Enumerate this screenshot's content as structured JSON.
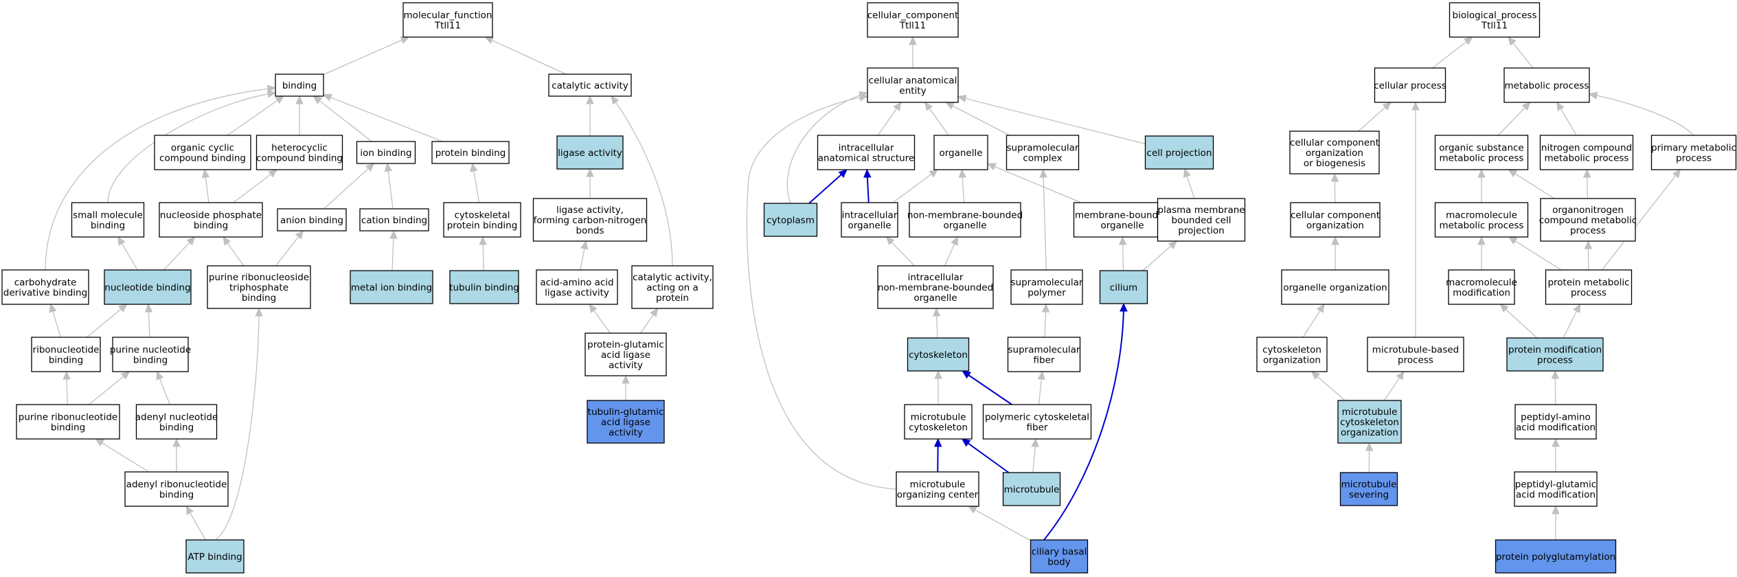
{
  "colors": {
    "plain": "#ffffff",
    "annotated": "#add8e6",
    "direct": "#6495ed",
    "edge": "#c0c0c0",
    "edge_highlight": "#0000cd"
  },
  "nodes": {
    "mf_root": {
      "lines": [
        "molecular_function",
        "Ttll11"
      ],
      "fill": "plain"
    },
    "binding": {
      "lines": [
        "binding"
      ],
      "fill": "plain"
    },
    "catalytic": {
      "lines": [
        "catalytic activity"
      ],
      "fill": "plain"
    },
    "org_cyclic": {
      "lines": [
        "organic cyclic",
        "compound binding"
      ],
      "fill": "plain"
    },
    "heterocyclic": {
      "lines": [
        "heterocyclic",
        "compound binding"
      ],
      "fill": "plain"
    },
    "ion_binding": {
      "lines": [
        "ion binding"
      ],
      "fill": "plain"
    },
    "protein_binding": {
      "lines": [
        "protein binding"
      ],
      "fill": "plain"
    },
    "ligase": {
      "lines": [
        "ligase activity"
      ],
      "fill": "annotated"
    },
    "small_mol": {
      "lines": [
        "small molecule",
        "binding"
      ],
      "fill": "plain"
    },
    "nucleoside_p": {
      "lines": [
        "nucleoside phosphate",
        "binding"
      ],
      "fill": "plain"
    },
    "anion": {
      "lines": [
        "anion binding"
      ],
      "fill": "plain"
    },
    "cation": {
      "lines": [
        "cation binding"
      ],
      "fill": "plain"
    },
    "cytoskeletal_pb": {
      "lines": [
        "cytoskeletal",
        "protein binding"
      ],
      "fill": "plain"
    },
    "ligase_cn": {
      "lines": [
        "ligase activity,",
        "forming carbon-nitrogen",
        "bonds"
      ],
      "fill": "plain"
    },
    "carbohydrate": {
      "lines": [
        "carbohydrate",
        "derivative binding"
      ],
      "fill": "plain"
    },
    "nucleotide": {
      "lines": [
        "nucleotide binding"
      ],
      "fill": "annotated"
    },
    "purine_rnt": {
      "lines": [
        "purine ribonucleoside",
        "triphosphate",
        "binding"
      ],
      "fill": "plain"
    },
    "metal_ion": {
      "lines": [
        "metal ion binding"
      ],
      "fill": "annotated"
    },
    "tubulin_b": {
      "lines": [
        "tubulin binding"
      ],
      "fill": "annotated"
    },
    "aa_ligase": {
      "lines": [
        "acid-amino acid",
        "ligase activity"
      ],
      "fill": "plain"
    },
    "cat_protein": {
      "lines": [
        "catalytic activity,",
        "acting on a",
        "protein"
      ],
      "fill": "plain"
    },
    "ribonucleotide": {
      "lines": [
        "ribonucleotide",
        "binding"
      ],
      "fill": "plain"
    },
    "purine_nt": {
      "lines": [
        "purine nucleotide",
        "binding"
      ],
      "fill": "plain"
    },
    "pg_ligase": {
      "lines": [
        "protein-glutamic",
        "acid ligase",
        "activity"
      ],
      "fill": "plain"
    },
    "purine_ribont": {
      "lines": [
        "purine ribonucleotide",
        "binding"
      ],
      "fill": "plain"
    },
    "adenyl_nt": {
      "lines": [
        "adenyl nucleotide",
        "binding"
      ],
      "fill": "plain"
    },
    "tg_ligase": {
      "lines": [
        "tubulin-glutamic",
        "acid ligase",
        "activity"
      ],
      "fill": "direct"
    },
    "adenyl_ribont": {
      "lines": [
        "adenyl ribonucleotide",
        "binding"
      ],
      "fill": "plain"
    },
    "atp": {
      "lines": [
        "ATP binding"
      ],
      "fill": "annotated"
    },
    "cc_root": {
      "lines": [
        "cellular_component",
        "Ttll11"
      ],
      "fill": "plain"
    },
    "cae": {
      "lines": [
        "cellular anatomical",
        "entity"
      ],
      "fill": "plain"
    },
    "ias": {
      "lines": [
        "intracellular",
        "anatomical structure"
      ],
      "fill": "plain"
    },
    "organelle": {
      "lines": [
        "organelle"
      ],
      "fill": "plain"
    },
    "supra_complex": {
      "lines": [
        "supramolecular",
        "complex"
      ],
      "fill": "plain"
    },
    "cell_proj": {
      "lines": [
        "cell projection"
      ],
      "fill": "annotated"
    },
    "cytoplasm": {
      "lines": [
        "cytoplasm"
      ],
      "fill": "annotated"
    },
    "ic_organelle": {
      "lines": [
        "intracellular",
        "organelle"
      ],
      "fill": "plain"
    },
    "nmb_organelle": {
      "lines": [
        "non-membrane-bounded",
        "organelle"
      ],
      "fill": "plain"
    },
    "mb_organelle": {
      "lines": [
        "membrane-bounded",
        "organelle"
      ],
      "fill": "plain"
    },
    "pm_proj": {
      "lines": [
        "plasma membrane",
        "bounded cell",
        "projection"
      ],
      "fill": "plain"
    },
    "ic_nmb": {
      "lines": [
        "intracellular",
        "non-membrane-bounded",
        "organelle"
      ],
      "fill": "plain"
    },
    "supra_polymer": {
      "lines": [
        "supramolecular",
        "polymer"
      ],
      "fill": "plain"
    },
    "cilium": {
      "lines": [
        "cilium"
      ],
      "fill": "annotated"
    },
    "cytoskeleton": {
      "lines": [
        "cytoskeleton"
      ],
      "fill": "annotated"
    },
    "supra_fiber": {
      "lines": [
        "supramolecular",
        "fiber"
      ],
      "fill": "plain"
    },
    "mt_cytoskeleton": {
      "lines": [
        "microtubule",
        "cytoskeleton"
      ],
      "fill": "plain"
    },
    "poly_fiber": {
      "lines": [
        "polymeric cytoskeletal",
        "fiber"
      ],
      "fill": "plain"
    },
    "mtoc": {
      "lines": [
        "microtubule",
        "organizing center"
      ],
      "fill": "plain"
    },
    "microtubule": {
      "lines": [
        "microtubule"
      ],
      "fill": "annotated"
    },
    "ciliary_bb": {
      "lines": [
        "ciliary basal",
        "body"
      ],
      "fill": "direct"
    },
    "bp_root": {
      "lines": [
        "biological_process",
        "Ttll11"
      ],
      "fill": "plain"
    },
    "cellular_proc": {
      "lines": [
        "cellular process"
      ],
      "fill": "plain"
    },
    "metabolic_proc": {
      "lines": [
        "metabolic process"
      ],
      "fill": "plain"
    },
    "cc_org_bio": {
      "lines": [
        "cellular component",
        "organization",
        "or biogenesis"
      ],
      "fill": "plain"
    },
    "org_subst": {
      "lines": [
        "organic substance",
        "metabolic process"
      ],
      "fill": "plain"
    },
    "nitrogen_comp": {
      "lines": [
        "nitrogen compound",
        "metabolic process"
      ],
      "fill": "plain"
    },
    "primary_met": {
      "lines": [
        "primary metabolic",
        "process"
      ],
      "fill": "plain"
    },
    "cc_org": {
      "lines": [
        "cellular component",
        "organization"
      ],
      "fill": "plain"
    },
    "macro_met": {
      "lines": [
        "macromolecule",
        "metabolic process"
      ],
      "fill": "plain"
    },
    "organonitrogen": {
      "lines": [
        "organonitrogen",
        "compound metabolic",
        "process"
      ],
      "fill": "plain"
    },
    "organelle_org": {
      "lines": [
        "organelle organization"
      ],
      "fill": "plain"
    },
    "macro_mod": {
      "lines": [
        "macromolecule",
        "modification"
      ],
      "fill": "plain"
    },
    "protein_met": {
      "lines": [
        "protein metabolic",
        "process"
      ],
      "fill": "plain"
    },
    "cytoskeleton_org": {
      "lines": [
        "cytoskeleton",
        "organization"
      ],
      "fill": "plain"
    },
    "mt_based": {
      "lines": [
        "microtubule-based",
        "process"
      ],
      "fill": "plain"
    },
    "prot_mod": {
      "lines": [
        "protein modification",
        "process"
      ],
      "fill": "annotated"
    },
    "mt_cyto_org": {
      "lines": [
        "microtubule",
        "cytoskeleton",
        "organization"
      ],
      "fill": "annotated"
    },
    "peptidyl_aa": {
      "lines": [
        "peptidyl-amino",
        "acid modification"
      ],
      "fill": "plain"
    },
    "mt_severing": {
      "lines": [
        "microtubule",
        "severing"
      ],
      "fill": "direct"
    },
    "peptidyl_glu": {
      "lines": [
        "peptidyl-glutamic",
        "acid modification"
      ],
      "fill": "plain"
    },
    "polyglut": {
      "lines": [
        "protein polyglutamylation"
      ],
      "fill": "direct"
    }
  },
  "edges": [
    [
      "binding",
      "mf_root",
      "plain"
    ],
    [
      "catalytic",
      "mf_root",
      "plain"
    ],
    [
      "org_cyclic",
      "binding",
      "plain"
    ],
    [
      "heterocyclic",
      "binding",
      "plain"
    ],
    [
      "ion_binding",
      "binding",
      "plain"
    ],
    [
      "protein_binding",
      "binding",
      "plain"
    ],
    [
      "small_mol",
      "binding",
      "plain"
    ],
    [
      "carbohydrate",
      "binding",
      "plain"
    ],
    [
      "ligase",
      "catalytic",
      "plain"
    ],
    [
      "cat_protein",
      "catalytic",
      "plain"
    ],
    [
      "nucleoside_p",
      "org_cyclic",
      "plain"
    ],
    [
      "nucleoside_p",
      "heterocyclic",
      "plain"
    ],
    [
      "anion",
      "ion_binding",
      "plain"
    ],
    [
      "cation",
      "ion_binding",
      "plain"
    ],
    [
      "cytoskeletal_pb",
      "protein_binding",
      "plain"
    ],
    [
      "ligase_cn",
      "ligase",
      "plain"
    ],
    [
      "nucleotide",
      "small_mol",
      "plain"
    ],
    [
      "nucleotide",
      "nucleoside_p",
      "plain"
    ],
    [
      "purine_rnt",
      "nucleoside_p",
      "plain"
    ],
    [
      "purine_rnt",
      "anion",
      "plain"
    ],
    [
      "metal_ion",
      "cation",
      "plain"
    ],
    [
      "tubulin_b",
      "cytoskeletal_pb",
      "plain"
    ],
    [
      "aa_ligase",
      "ligase_cn",
      "plain"
    ],
    [
      "ribonucleotide",
      "carbohydrate",
      "plain"
    ],
    [
      "ribonucleotide",
      "nucleotide",
      "plain"
    ],
    [
      "purine_nt",
      "nucleotide",
      "plain"
    ],
    [
      "pg_ligase",
      "aa_ligase",
      "plain"
    ],
    [
      "pg_ligase",
      "cat_protein",
      "plain"
    ],
    [
      "purine_ribont",
      "ribonucleotide",
      "plain"
    ],
    [
      "purine_ribont",
      "purine_nt",
      "plain"
    ],
    [
      "adenyl_nt",
      "purine_nt",
      "plain"
    ],
    [
      "tg_ligase",
      "pg_ligase",
      "plain"
    ],
    [
      "adenyl_ribont",
      "purine_ribont",
      "plain"
    ],
    [
      "adenyl_ribont",
      "adenyl_nt",
      "plain"
    ],
    [
      "atp",
      "adenyl_ribont",
      "plain"
    ],
    [
      "atp",
      "purine_rnt",
      "plain"
    ],
    [
      "cae",
      "cc_root",
      "plain"
    ],
    [
      "ias",
      "cae",
      "plain"
    ],
    [
      "organelle",
      "cae",
      "plain"
    ],
    [
      "supra_complex",
      "cae",
      "plain"
    ],
    [
      "cell_proj",
      "cae",
      "plain"
    ],
    [
      "cytoplasm",
      "cae",
      "plain"
    ],
    [
      "mtoc",
      "cae",
      "plain"
    ],
    [
      "cytoplasm",
      "ias",
      "highlight"
    ],
    [
      "ic_organelle",
      "ias",
      "highlight"
    ],
    [
      "ic_organelle",
      "organelle",
      "plain"
    ],
    [
      "nmb_organelle",
      "organelle",
      "plain"
    ],
    [
      "mb_organelle",
      "organelle",
      "plain"
    ],
    [
      "pm_proj",
      "cell_proj",
      "plain"
    ],
    [
      "ic_nmb",
      "ic_organelle",
      "plain"
    ],
    [
      "ic_nmb",
      "nmb_organelle",
      "plain"
    ],
    [
      "supra_polymer",
      "supra_complex",
      "plain"
    ],
    [
      "cilium",
      "mb_organelle",
      "plain"
    ],
    [
      "cilium",
      "pm_proj",
      "plain"
    ],
    [
      "cytoskeleton",
      "ic_nmb",
      "plain"
    ],
    [
      "supra_fiber",
      "supra_polymer",
      "plain"
    ],
    [
      "mt_cytoskeleton",
      "cytoskeleton",
      "plain"
    ],
    [
      "poly_fiber",
      "cytoskeleton",
      "highlight"
    ],
    [
      "poly_fiber",
      "supra_fiber",
      "plain"
    ],
    [
      "mtoc",
      "mt_cytoskeleton",
      "highlight"
    ],
    [
      "microtubule",
      "mt_cytoskeleton",
      "highlight"
    ],
    [
      "microtubule",
      "poly_fiber",
      "plain"
    ],
    [
      "ciliary_bb",
      "mtoc",
      "plain"
    ],
    [
      "ciliary_bb",
      "cilium",
      "highlight"
    ],
    [
      "cellular_proc",
      "bp_root",
      "plain"
    ],
    [
      "metabolic_proc",
      "bp_root",
      "plain"
    ],
    [
      "cc_org_bio",
      "cellular_proc",
      "plain"
    ],
    [
      "mt_based",
      "cellular_proc",
      "plain"
    ],
    [
      "org_subst",
      "metabolic_proc",
      "plain"
    ],
    [
      "nitrogen_comp",
      "metabolic_proc",
      "plain"
    ],
    [
      "primary_met",
      "metabolic_proc",
      "plain"
    ],
    [
      "cc_org",
      "cc_org_bio",
      "plain"
    ],
    [
      "macro_met",
      "org_subst",
      "plain"
    ],
    [
      "organonitrogen",
      "org_subst",
      "plain"
    ],
    [
      "organonitrogen",
      "nitrogen_comp",
      "plain"
    ],
    [
      "organelle_org",
      "cc_org",
      "plain"
    ],
    [
      "macro_mod",
      "macro_met",
      "plain"
    ],
    [
      "protein_met",
      "macro_met",
      "plain"
    ],
    [
      "protein_met",
      "organonitrogen",
      "plain"
    ],
    [
      "protein_met",
      "primary_met",
      "plain"
    ],
    [
      "cytoskeleton_org",
      "organelle_org",
      "plain"
    ],
    [
      "prot_mod",
      "macro_mod",
      "plain"
    ],
    [
      "prot_mod",
      "protein_met",
      "plain"
    ],
    [
      "mt_cyto_org",
      "cytoskeleton_org",
      "plain"
    ],
    [
      "mt_cyto_org",
      "mt_based",
      "plain"
    ],
    [
      "peptidyl_aa",
      "prot_mod",
      "plain"
    ],
    [
      "mt_severing",
      "mt_cyto_org",
      "plain"
    ],
    [
      "peptidyl_glu",
      "peptidyl_aa",
      "plain"
    ],
    [
      "polyglut",
      "peptidyl_glu",
      "plain"
    ]
  ]
}
